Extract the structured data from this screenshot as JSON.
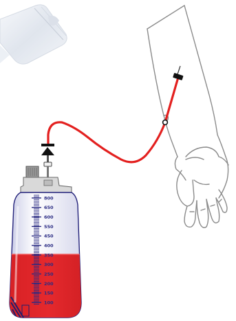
{
  "illustration": {
    "colors": {
      "blood_red": "#e0272b",
      "tube_red": "#e3201f",
      "clamp_black": "#111111",
      "bottle_outline": "#23227a",
      "scale_blue": "#2a2b83",
      "arm_outline": "#8a8a8a",
      "cap_gray": "#8f8f8f",
      "syringe_glass": "#dfe6ef"
    },
    "bottle": {
      "scale_labels": [
        "800",
        "650",
        "600",
        "550",
        "450",
        "400",
        "350",
        "300",
        "250",
        "200",
        "150",
        "100"
      ],
      "fill_level_ml": 330
    },
    "icons": [
      "syringe-icon",
      "clamp-icon",
      "bottle-icon",
      "arm-icon"
    ]
  }
}
